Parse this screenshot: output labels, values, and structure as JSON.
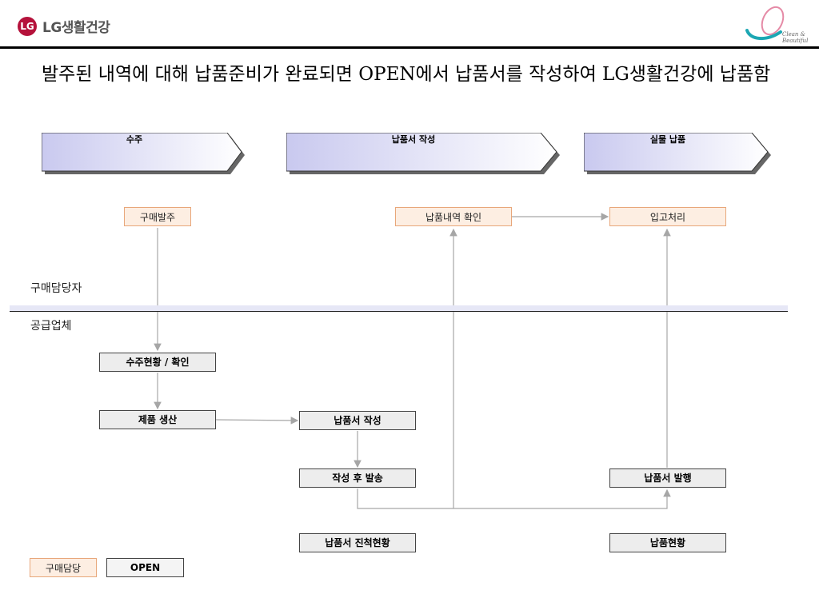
{
  "header": {
    "logo_mark": "LG",
    "company_name": "LG생활건강",
    "brand_tagline_line1": "Clean &",
    "brand_tagline_line2": "Beautiful"
  },
  "title": "발주된 내역에 대해 납품준비가 완료되면 OPEN에서 납품서를 작성하여 LG생활건강에 납품함",
  "phases": [
    "수주",
    "납품서 작성",
    "실물 납품"
  ],
  "lanes": {
    "buyer": "구매담당자",
    "supplier": "공급업체"
  },
  "buyer_steps": {
    "purchase_order": "구매발주",
    "confirm_delivery": "납품내역 확인",
    "receiving": "입고처리"
  },
  "supplier_steps": {
    "order_status": "수주현황 / 확인",
    "production": "제품 생산",
    "create_delivery_note": "납품서 작성",
    "send_after_create": "작성 후 발송",
    "issue_delivery_note": "납품서 발행",
    "delivery_note_progress": "납품서 진척현황",
    "delivery_status": "납품현황"
  },
  "legend": {
    "buyer": "구매담당",
    "system": "OPEN"
  },
  "colors": {
    "buyer_box_fill": "#fdeee2",
    "buyer_box_border": "#e8a77a",
    "supplier_box_fill": "#ededed",
    "phase_gradient_start": "#c9c9ef",
    "phase_gradient_end": "#ffffff",
    "logo_red": "#b5123b",
    "flow_line": "#a6a6a6"
  }
}
